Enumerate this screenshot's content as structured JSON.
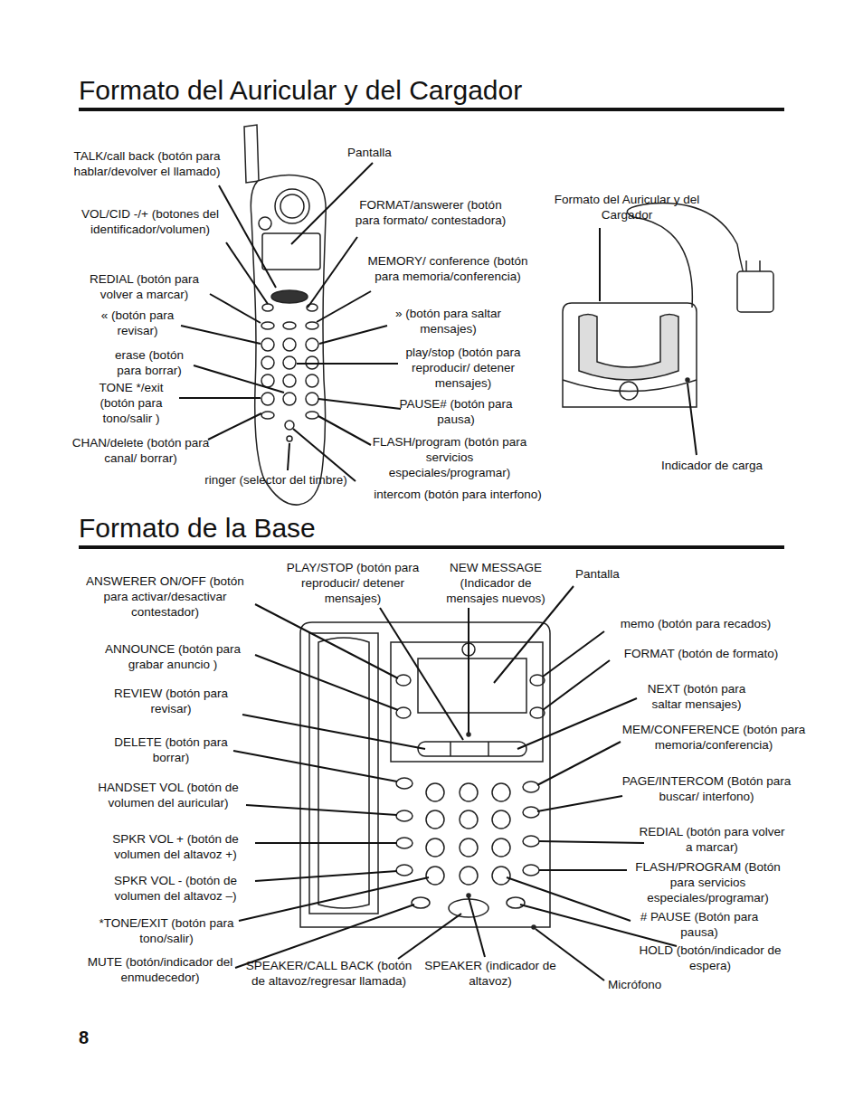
{
  "diagram": {
    "title": "Formato del Auricular y del Cargador",
    "labels": [
      "Pantalla",
      "TALK/call back (botón para hablar/devolver el llamado)",
      "VOL/CID -/+ (botones del identificador/volumen)",
      "FORMAT/answerer (botón para formato/ contestadora)",
      "Formato del Auricular y del Cargador",
      "MEMORY/ conference (botón para memoria/conferencia)",
      "REDIAL (botón para volver a marcar)",
      "« (botón para revisar)",
      "» (botón para saltar mensajes)",
      "erase (botón para borrar)",
      "play/stop (botón para reproducir/ detener mensajes)",
      "TONE */exit (botón para tono/salir )",
      "PAUSE# (botón para pausa)",
      "CHAN/delete (botón para canal/ borrar)",
      "FLASH/program (botón para servicios especiales/programar)",
      "Indicador de carga",
      "ringer (selector del timbre)",
      "intercom (botón para interfono)",
      "Formato de la Base",
      "ANSWERER ON/OFF (botón para activar/desactivar contestador)",
      "PLAY/STOP (botón para reproducir/ detener mensajes)",
      "NEW MESSAGE (Indicador de mensajes nuevos)",
      "Pantalla",
      "memo (botón para recados)",
      "ANNOUNCE (botón para grabar anuncio )",
      "FORMAT (botón de formato)",
      "REVIEW (botón para revisar)",
      "NEXT (botón para saltar mensajes)",
      "DELETE (botón para borrar)",
      "MEM/CONFERENCE (botón para memoria/conferencia)",
      "HANDSET VOL (botón de volumen del auricular)",
      "PAGE/INTERCOM (Botón para buscar/ interfono)",
      "SPKR VOL + (botón de volumen del altavoz +)",
      "REDIAL (botón para volver a marcar)",
      "SPKR VOL - (botón de volumen del altavoz –)",
      "FLASH/PROGRAM (Botón para servicios especiales/programar)",
      "*TONE/EXIT (botón para tono/salir)",
      "# PAUSE (Botón para pausa)",
      "MUTE (botón/indicador del enmudecedor)",
      "SPEAKER/CALL BACK (botón de altavoz/regresar llamada)",
      "SPEAKER (indicador de altavoz)",
      "HOLD (botón/indicador de espera)",
      "Micrófono",
      "8"
    ]
  }
}
